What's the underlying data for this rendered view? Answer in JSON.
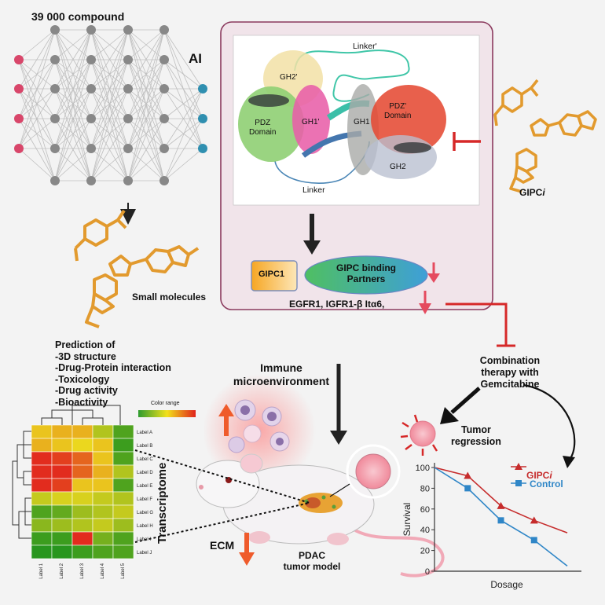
{
  "network": {
    "title": "39 000 compound",
    "ai_label": "AI"
  },
  "small_molecules_label": "Small molecules",
  "prediction": {
    "heading": "Prediction of",
    "items": [
      "-3D structure",
      "-Drug-Protein interaction",
      "-Toxicology",
      "-Drug activity",
      "-Bioactivity"
    ]
  },
  "protein": {
    "domains": {
      "gh2p": "GH2'",
      "gh1p": "GH1'",
      "pdz": "PDZ\nDomain",
      "gh1": "GH1",
      "pdzp": "PDZ'\nDomain",
      "gh2": "GH2"
    },
    "linker_prime": "Linker'",
    "linker": "Linker"
  },
  "gipc": {
    "gipc1": "GIPC1",
    "partners": "GIPC binding\nPartners",
    "targets": "EGFR1, IGFR1-β Itα6,"
  },
  "inhibitor_label_main": "GIPC",
  "inhibitor_label_italic": "i",
  "combination": "Combination\ntherapy with\nGemcitabine",
  "tumor_regression": "Tumor\nregression",
  "immune": "Immune\nmicroenvironment",
  "ecm": "ECM",
  "pdac": "PDAC\ntumor model",
  "transcriptome": "Transcriptome",
  "colors": {
    "panel_bg": "#f1e4ea",
    "panel_border": "#8b3a5e",
    "red": "#d62828",
    "orange": "#e0902a",
    "blue": "#2778c4",
    "chart_red": "#c62c2c",
    "chart_blue": "#2f86c7"
  },
  "heatmap": {
    "color_range_label": "Color range",
    "row_labels": [
      "Label A",
      "Label B",
      "Label C",
      "Label D",
      "Label E",
      "Label F",
      "Label G",
      "Label H",
      "Label I",
      "Label J"
    ],
    "col_labels": [
      "Label 1",
      "Label 2",
      "Label 3",
      "Label 4",
      "Label 5"
    ],
    "values": [
      [
        0.55,
        0.6,
        0.6,
        0.35,
        0.1
      ],
      [
        0.6,
        0.55,
        0.5,
        0.55,
        0.05
      ],
      [
        0.95,
        0.9,
        0.8,
        0.55,
        0.1
      ],
      [
        0.95,
        0.95,
        0.8,
        0.6,
        0.35
      ],
      [
        0.95,
        0.9,
        0.55,
        0.55,
        0.1
      ],
      [
        0.4,
        0.45,
        0.45,
        0.4,
        0.35
      ],
      [
        0.1,
        0.15,
        0.3,
        0.35,
        0.4
      ],
      [
        0.25,
        0.3,
        0.35,
        0.4,
        0.3
      ],
      [
        0.05,
        0.05,
        0.95,
        0.2,
        0.1
      ],
      [
        0.0,
        0.0,
        0.05,
        0.1,
        0.1
      ]
    ]
  },
  "chart_data": {
    "type": "line",
    "xlabel": "Dosage",
    "ylabel": "Survival",
    "ylim": [
      0,
      100
    ],
    "yticks": [
      0,
      20,
      40,
      60,
      80,
      100
    ],
    "x": [
      0,
      1,
      2,
      3,
      4
    ],
    "series": [
      {
        "name": "GIPCi",
        "color": "#c62c2c",
        "marker": "triangle",
        "values": [
          100,
          92,
          63,
          49,
          37
        ]
      },
      {
        "name": "Control",
        "color": "#2f86c7",
        "marker": "square",
        "values": [
          100,
          80,
          49,
          30,
          5
        ]
      }
    ],
    "legend_position": "top-right",
    "grid": false
  }
}
